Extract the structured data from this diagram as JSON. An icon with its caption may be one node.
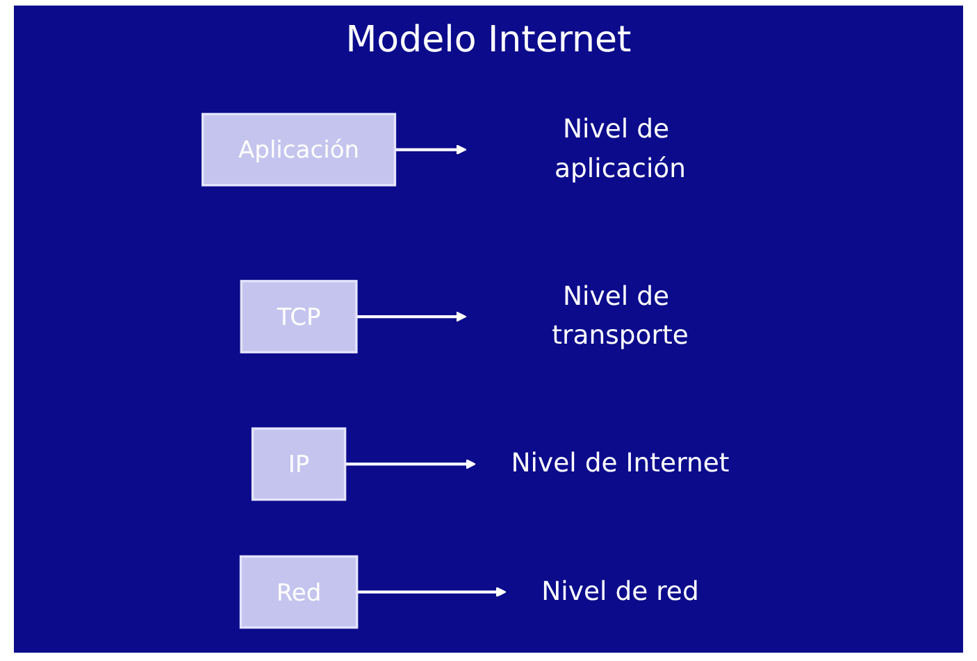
{
  "diagram": {
    "title": "Modelo Internet",
    "nodes": [
      {
        "text": [
          "Aplicación"
        ]
      },
      {
        "text": [
          "Nivel de aplicación"
        ]
      },
      {
        "text": [
          "TCP"
        ]
      },
      {
        "text": [
          "Nivel de transporte"
        ]
      },
      {
        "text": [
          "IP"
        ]
      },
      {
        "text": [
          "Nivel de Internet"
        ]
      },
      {
        "text": [
          "Red"
        ]
      },
      {
        "text": [
          "Nivel de red"
        ]
      }
    ],
    "edges": [
      {
        "from": 0,
        "to": 1,
        "arrow": "to"
      },
      {
        "from": 2,
        "to": 3,
        "arrow": "to"
      },
      {
        "from": 4,
        "to": 5,
        "arrow": "to"
      },
      {
        "from": 6,
        "to": 7,
        "arrow": "to"
      }
    ]
  }
}
